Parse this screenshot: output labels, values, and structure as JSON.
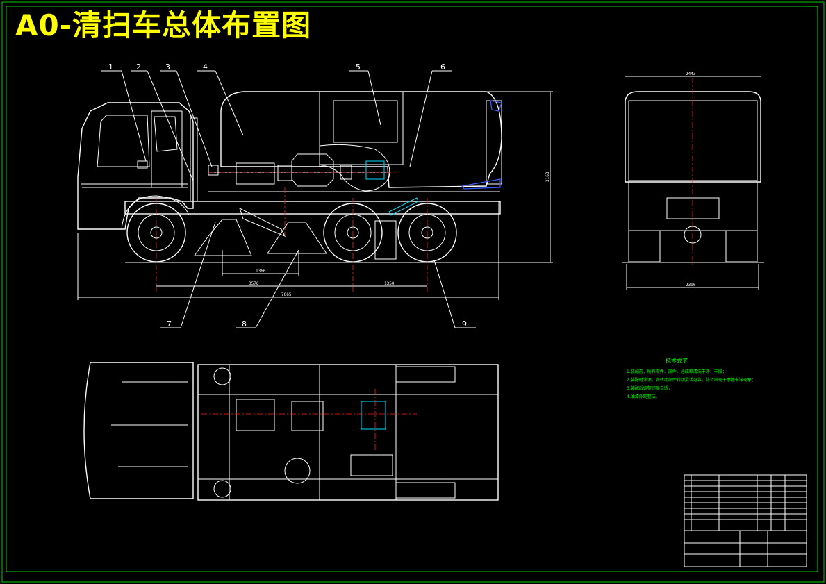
{
  "title": "A0-清扫车总体布置图",
  "part_numbers": [
    "1",
    "2",
    "3",
    "4",
    "5",
    "6",
    "7",
    "8",
    "9"
  ],
  "dimensions": {
    "d1366": "1366",
    "d3576": "3576",
    "d1350": "1350",
    "d7665": "7665",
    "d3163": "3163",
    "d2443": "2443",
    "d2390": "2390"
  },
  "tech_requirements": {
    "heading": "技术要求",
    "items": [
      "1.装配前，所有零件、部件、总成都清洗干净，干燥；",
      "2.装配时涂油，各转动部件转动灵活可靠，防止出现干摩擦卡滞现象；",
      "3.装配后调整间隙合适；",
      "4.油漆外观整洁。"
    ]
  },
  "colors": {
    "frame": "#00ff00",
    "lines": "#ffffff",
    "centerline": "#ff2020",
    "title": "#ffff00",
    "hydraulic": "#00e0ff"
  }
}
